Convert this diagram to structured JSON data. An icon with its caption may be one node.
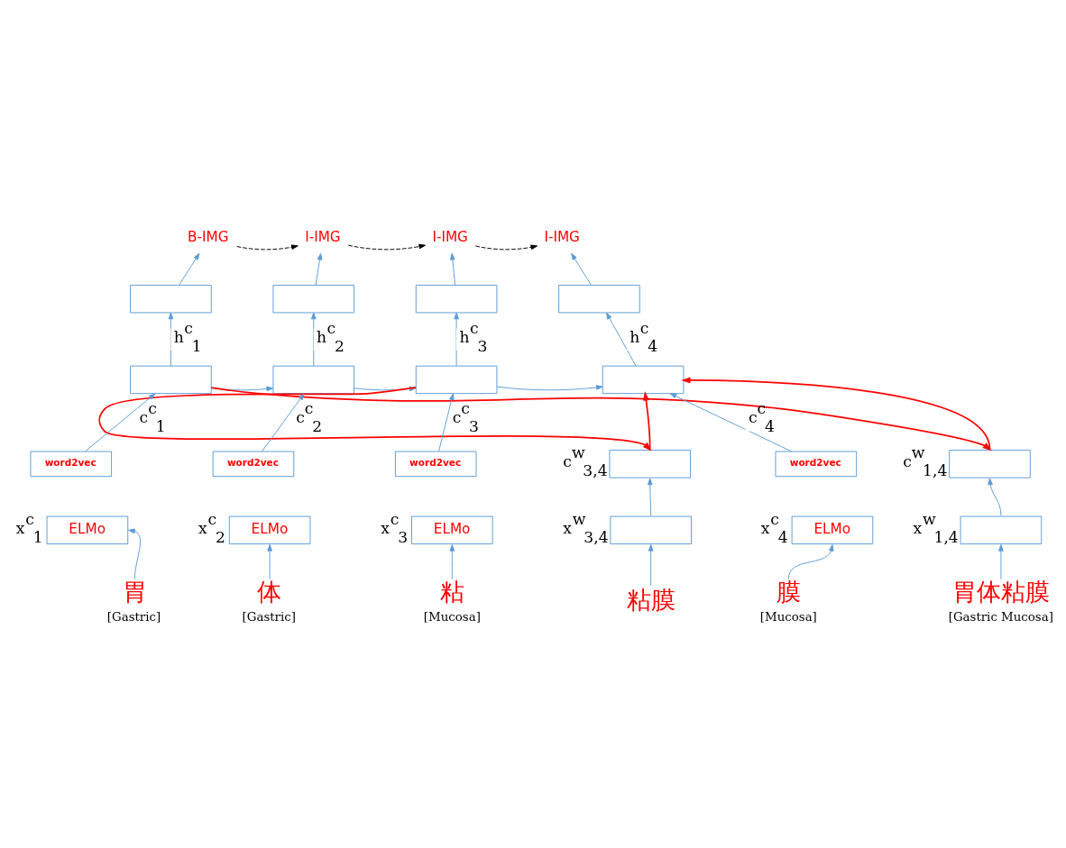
{
  "diagram": {
    "nodes": [
      {
        "text": [
          "B-IMG"
        ]
      },
      {
        "text": [
          "I-IMG"
        ]
      },
      {
        "text": [
          "I-IMG"
        ]
      },
      {
        "text": [
          "I-IMG"
        ]
      },
      {
        "text": [],
        "shape": "box"
      },
      {
        "text": [],
        "shape": "box"
      },
      {
        "text": [],
        "shape": "box"
      },
      {
        "text": [],
        "shape": "box"
      },
      {
        "text": [],
        "shape": "box"
      },
      {
        "text": [],
        "shape": "box"
      },
      {
        "text": [],
        "shape": "box"
      },
      {
        "text": [],
        "shape": "box"
      },
      {
        "text": [],
        "shape": "box",
        "beside": [
          "c$^{w}$$_{3,4}$"
        ]
      },
      {
        "text": [
          "word2vec"
        ]
      },
      {
        "text": [
          "word2vec"
        ]
      },
      {
        "text": [
          "word2vec"
        ]
      },
      {
        "text": [
          "word2vec"
        ]
      },
      {
        "text": [],
        "shape": "box",
        "beside": [
          "x$^{w}$$_{3,4}$"
        ]
      },
      {
        "text": [
          "ELMo"
        ],
        "beside": [
          "x$^{c}$$_{1}$"
        ]
      },
      {
        "text": [
          "ELMo"
        ],
        "beside": [
          "x$^{c}$$_{2}$"
        ]
      },
      {
        "text": [
          "ELMo"
        ],
        "beside": [
          "x$^{c}$$_{3}$"
        ]
      },
      {
        "text": [
          "ELMo"
        ],
        "beside": [
          "x$^{c}$$_{4}$"
        ]
      },
      {
        "text": [
          "胃"
        ],
        "beside": [
          "[Gastric]"
        ]
      },
      {
        "text": [
          "体"
        ],
        "beside": [
          "[Gastric]"
        ]
      },
      {
        "text": [
          "粘"
        ],
        "beside": [
          "[Mucosa]"
        ]
      },
      {
        "text": [
          "膜"
        ],
        "beside": [
          "[Mucosa]"
        ]
      },
      {
        "text": [
          "粘膜"
        ]
      },
      {
        "text": [],
        "shape": "box",
        "beside": [
          "c$^{w}$$_{1,4}$"
        ]
      },
      {
        "text": [],
        "shape": "box",
        "beside": [
          "x$^{w}$$_{1,4}$"
        ]
      },
      {
        "text": [
          "胃体粘膜"
        ],
        "beside": [
          "[Gastric Mucosa]"
        ]
      }
    ],
    "edges": [
      {
        "from": 22,
        "to": 18,
        "arrow": "to"
      },
      {
        "from": 23,
        "to": 19,
        "arrow": "to"
      },
      {
        "from": 24,
        "to": 20,
        "arrow": "to"
      },
      {
        "from": 25,
        "to": 21,
        "arrow": "to"
      },
      {
        "from": 13,
        "to": 8,
        "arrow": "to",
        "label": "c$^{c}$$_{1}$"
      },
      {
        "from": 14,
        "to": 9,
        "arrow": "to",
        "label": "c$^{c}$$_{2}$"
      },
      {
        "from": 15,
        "to": 10,
        "arrow": "to",
        "label": "c$^{c}$$_{3}$"
      },
      {
        "from": 16,
        "to": 11,
        "arrow": "to",
        "label": "c$^{c}$$_{4}$"
      },
      {
        "from": 8,
        "to": 4,
        "arrow": "to",
        "label": "h$^{c}$$_{1}$"
      },
      {
        "from": 9,
        "to": 5,
        "arrow": "to",
        "label": "h$^{c}$$_{2}$"
      },
      {
        "from": 10,
        "to": 6,
        "arrow": "to",
        "label": "h$^{c}$$_{3}$"
      },
      {
        "from": 11,
        "to": 7,
        "arrow": "to",
        "label": "h$^{c}$$_{4}$"
      },
      {
        "from": 4,
        "to": 0,
        "arrow": "to"
      },
      {
        "from": 5,
        "to": 1,
        "arrow": "to"
      },
      {
        "from": 6,
        "to": 2,
        "arrow": "to"
      },
      {
        "from": 7,
        "to": 3,
        "arrow": "to"
      },
      {
        "from": 0,
        "to": 1,
        "arrow": "to",
        "style": "dashed",
        "color": "#000000"
      },
      {
        "from": 1,
        "to": 2,
        "arrow": "to",
        "style": "dashed",
        "color": "#000000"
      },
      {
        "from": 2,
        "to": 3,
        "arrow": "to",
        "style": "dashed",
        "color": "#000000"
      },
      {
        "from": 8,
        "to": 9,
        "arrow": "to"
      },
      {
        "from": 9,
        "to": 10,
        "arrow": "to"
      },
      {
        "from": 10,
        "to": 11,
        "arrow": "to"
      },
      {
        "from": 10,
        "to": 12,
        "arrow": "to",
        "color": "#ff0000"
      },
      {
        "from": 12,
        "to": 11,
        "arrow": "to",
        "color": "#ff0000"
      },
      {
        "from": 26,
        "to": 17,
        "arrow": "to"
      },
      {
        "from": 17,
        "to": 12,
        "arrow": "to"
      },
      {
        "from": 8,
        "to": 27,
        "arrow": "to",
        "color": "#ff0000"
      },
      {
        "from": 27,
        "to": 11,
        "arrow": "to",
        "color": "#ff0000"
      },
      {
        "from": 29,
        "to": 28,
        "arrow": "to"
      },
      {
        "from": 28,
        "to": 27,
        "arrow": "to"
      }
    ]
  }
}
